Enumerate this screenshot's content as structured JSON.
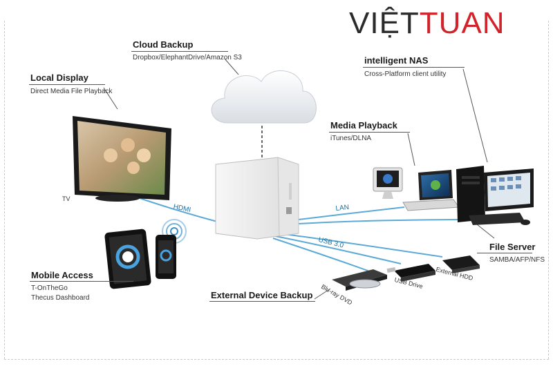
{
  "brand": {
    "part1": "VIỆT",
    "part2": "TUAN",
    "color_dark": "#2b2b2b",
    "color_red": "#d2232a"
  },
  "cloud_backup": {
    "title": "Cloud Backup",
    "subtitle": "Dropbox/ElephantDrive/Amazon S3"
  },
  "local_display": {
    "title": "Local Display",
    "subtitle": "Direct Media File Playback",
    "device_label": "TV"
  },
  "intelligent_nas": {
    "title": "intelligent NAS",
    "subtitle": "Cross-Platform client utility"
  },
  "media_playback": {
    "title": "Media Playback",
    "subtitle": "iTunes/DLNA"
  },
  "mobile_access": {
    "title": "Mobile Access",
    "line1": "T-OnTheGo",
    "line2": "Thecus Dashboard"
  },
  "file_server": {
    "title": "File Server",
    "subtitle": "SAMBA/AFP/NFS"
  },
  "external_backup": {
    "title": "External Device Backup",
    "devices": [
      "Blu-ray DVD",
      "USB Drive",
      "External HDD"
    ]
  },
  "links": {
    "hdmi": "HDMI",
    "lan": "LAN",
    "usb": "USB 3.0"
  },
  "colors": {
    "cable": "#5aa9d6",
    "accent": "#1a6fa3"
  }
}
